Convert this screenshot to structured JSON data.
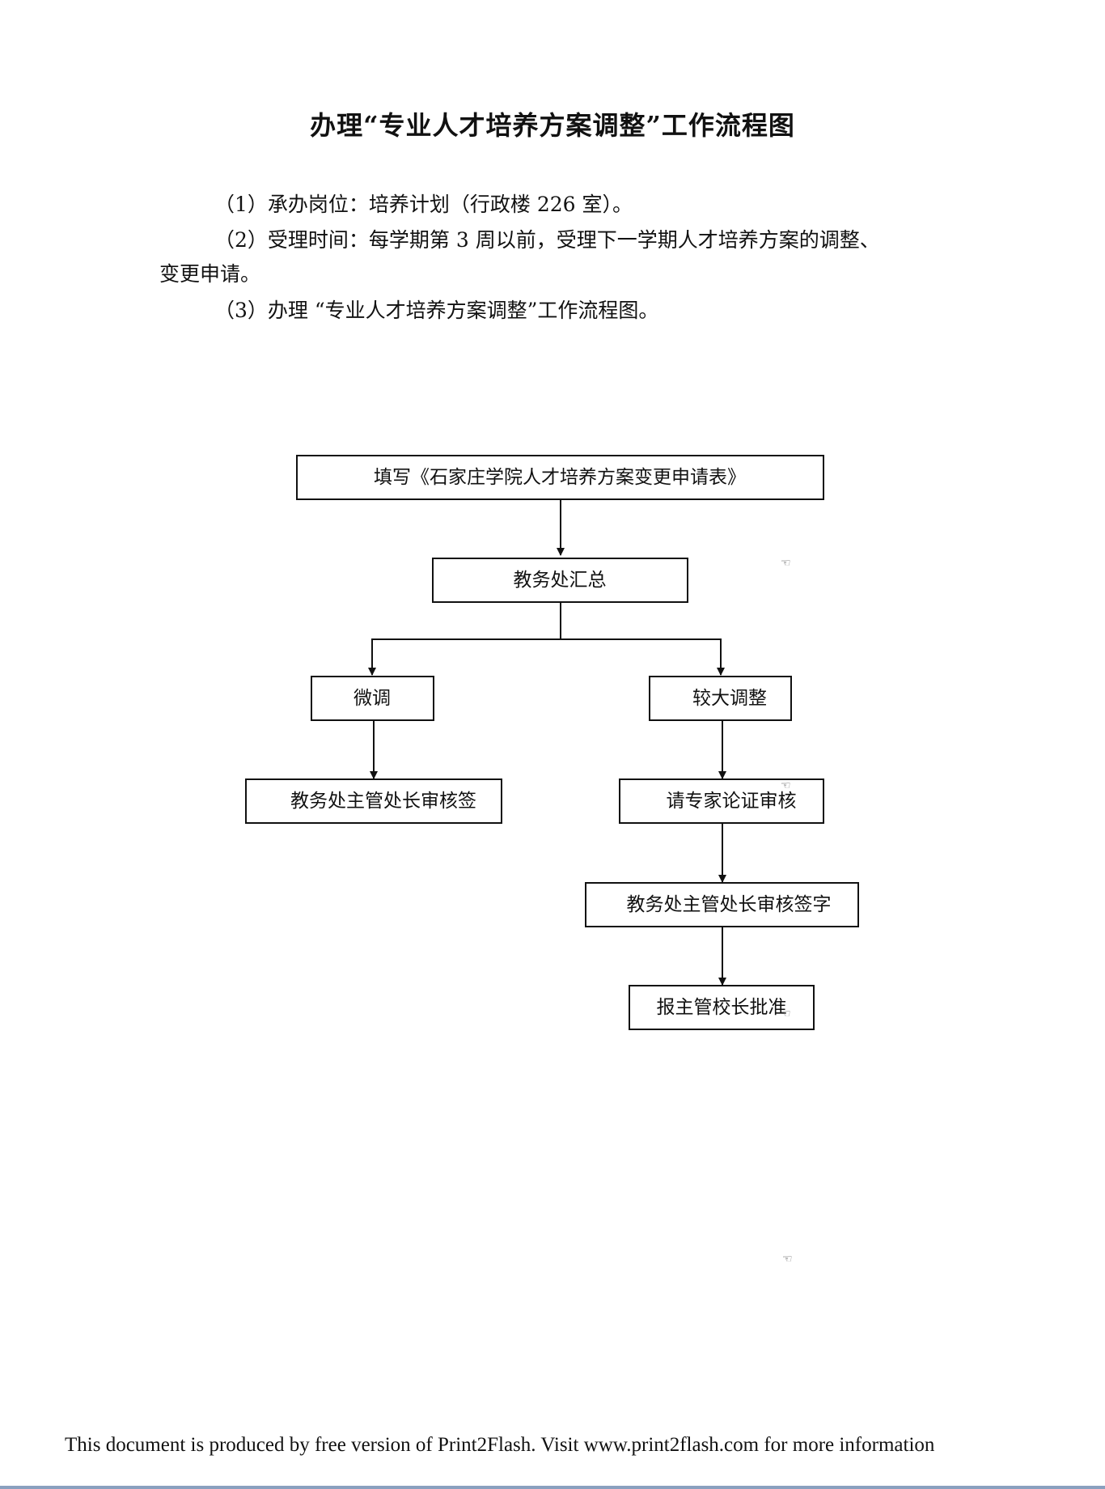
{
  "document": {
    "title": "办理“专业人才培养方案调整”工作流程图",
    "paragraphs": [
      "（1）承办岗位：培养计划（行政楼 226 室）。",
      "（2）受理时间：每学期第 3 周以前，受理下一学期人才培养方案的调整、",
      "变更申请。",
      "（3）办理 “专业人才培养方案调整”工作流程图。"
    ]
  },
  "flowchart": {
    "nodes": [
      {
        "id": "fill-form",
        "label": "填写《石家庄学院人才培养方案变更申请表》"
      },
      {
        "id": "summary",
        "label": "教务处汇总"
      },
      {
        "id": "minor",
        "label": "微调"
      },
      {
        "id": "major",
        "label": "较大调整"
      },
      {
        "id": "minor-sign",
        "label": "教务处主管处长审核签"
      },
      {
        "id": "expert",
        "label": "请专家论证审核"
      },
      {
        "id": "major-sign",
        "label": "教务处主管处长审核签字"
      },
      {
        "id": "president",
        "label": "报主管校长批准"
      }
    ],
    "edges": [
      {
        "from": "fill-form",
        "to": "summary"
      },
      {
        "from": "summary",
        "to": "minor"
      },
      {
        "from": "summary",
        "to": "major"
      },
      {
        "from": "minor",
        "to": "minor-sign"
      },
      {
        "from": "major",
        "to": "expert"
      },
      {
        "from": "expert",
        "to": "major-sign"
      },
      {
        "from": "major-sign",
        "to": "president"
      }
    ]
  },
  "footer": {
    "text": "This document is produced by free version of Print2Flash. Visit www.print2flash.com for more information"
  }
}
